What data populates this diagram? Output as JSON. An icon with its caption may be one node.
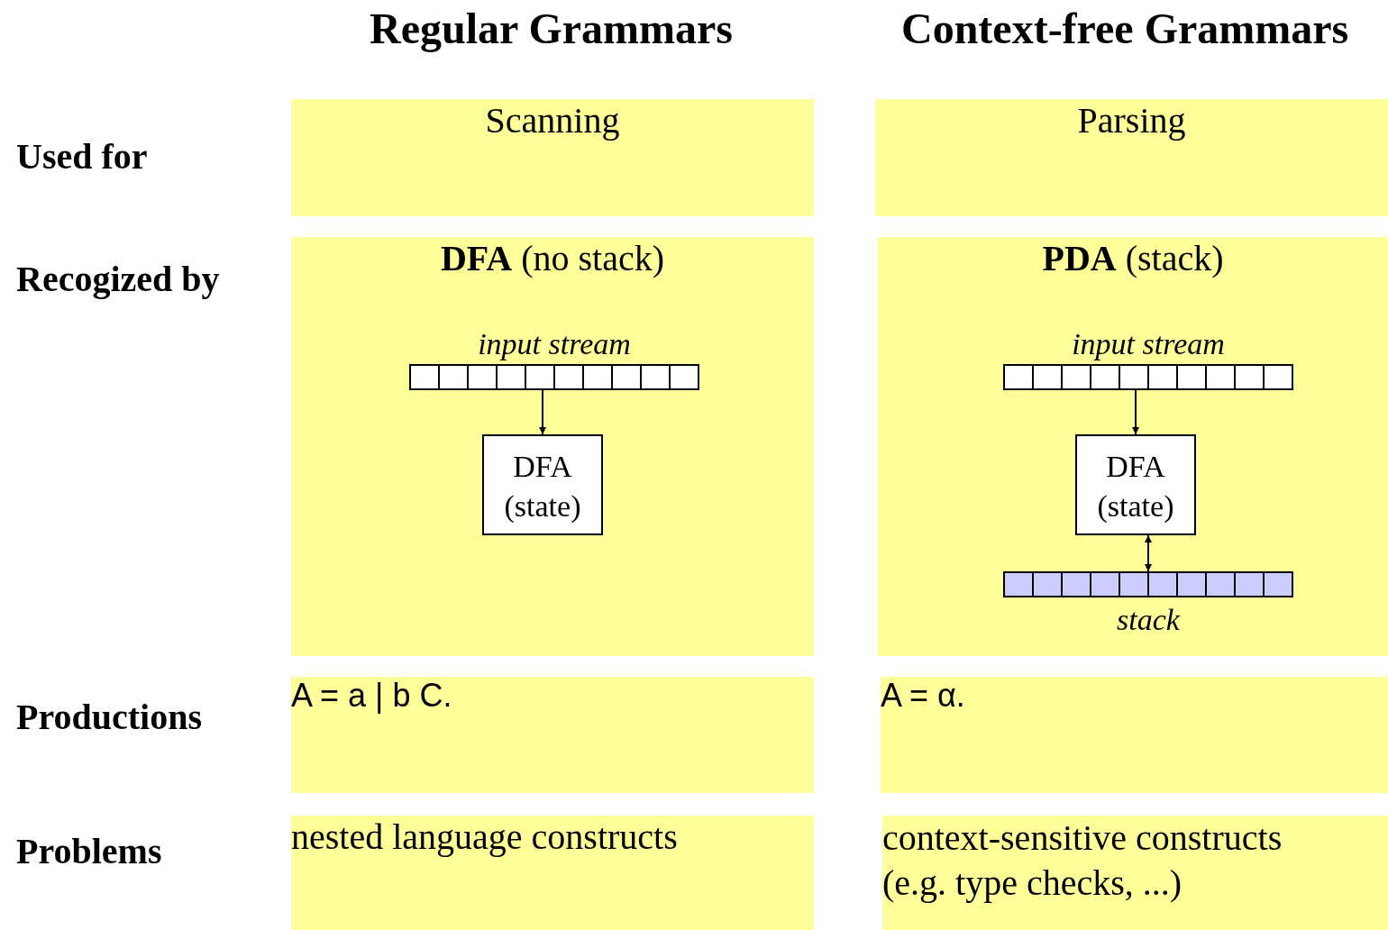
{
  "diagram": {
    "nodes": [
      {
        "text": [
          "Scanning"
        ]
      },
      {
        "text": [
          "Parsing"
        ]
      },
      {
        "text": [
          "**DFA** (no stack)"
        ]
      },
      {
        "text": [
          "input stream"
        ],
        "in": 2
      },
      {
        "text": [
          "DFA (state)"
        ],
        "in": 2
      },
      {
        "text": [
          "**PDA** (stack)"
        ]
      },
      {
        "text": [
          "input stream"
        ],
        "in": 5
      },
      {
        "text": [
          "DFA (state)"
        ],
        "in": 5
      },
      {
        "text": [
          "stack"
        ],
        "in": 5
      },
      {
        "text": [
          "A = a | b C."
        ]
      },
      {
        "text": [
          "A = α."
        ]
      },
      {
        "text": [
          "nested language constructs"
        ]
      },
      {
        "text": [
          "context-sensitive constructs (e.g. type checks, ...)"
        ]
      }
    ],
    "edges": [
      {
        "from": 3,
        "to": 4,
        "arrow": "to"
      },
      {
        "from": 6,
        "to": 7,
        "arrow": "to"
      },
      {
        "from": 7,
        "to": 8,
        "arrow": "both"
      }
    ],
    "labels": [
      "Regular Grammars",
      "Context-free Grammars",
      "Used for",
      "Recogized by",
      "Productions",
      "Problems"
    ]
  }
}
